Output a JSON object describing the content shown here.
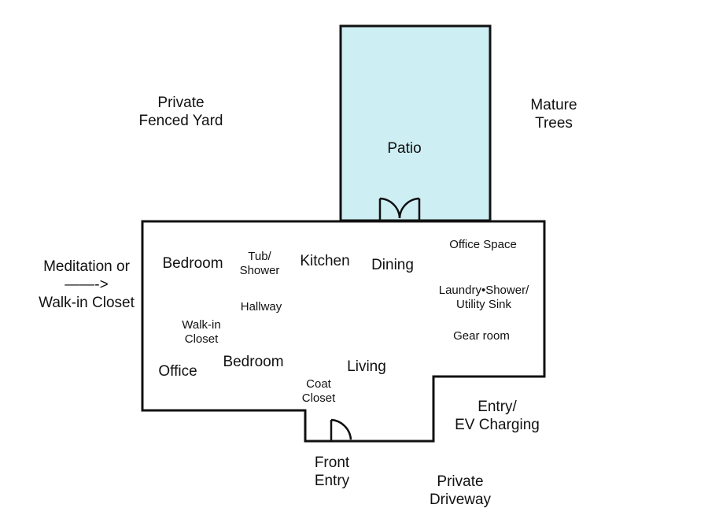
{
  "colors": {
    "patio_fill": "#cdeef3",
    "wall": "#111111",
    "background": "#ffffff"
  },
  "outside": {
    "private_fenced_yard": [
      "Private",
      "Fenced Yard"
    ],
    "mature_trees": [
      "Mature",
      "Trees"
    ],
    "meditation": [
      "Meditation or",
      "——->",
      "Walk-in Closet"
    ],
    "entry_ev": [
      "Entry/",
      "EV Charging"
    ],
    "front_entry": [
      "Front",
      "Entry"
    ],
    "private_driveway": [
      "Private",
      "Driveway"
    ]
  },
  "rooms": {
    "patio": "Patio",
    "bedroom_1": "Bedroom",
    "tub_shower": [
      "Tub/",
      "Shower"
    ],
    "kitchen": "Kitchen",
    "dining": "Dining",
    "office_space": "Office Space",
    "laundry": [
      "Laundry•Shower/",
      "Utility Sink"
    ],
    "hallway": "Hallway",
    "walkin_closet": [
      "Walk-in",
      "Closet"
    ],
    "gear_room": "Gear room",
    "office": "Office",
    "bedroom_2": "Bedroom",
    "living": "Living",
    "coat_closet": [
      "Coat",
      "Closet"
    ]
  },
  "icons": {
    "patio_door": "double-door-icon",
    "front_door": "door-icon"
  }
}
